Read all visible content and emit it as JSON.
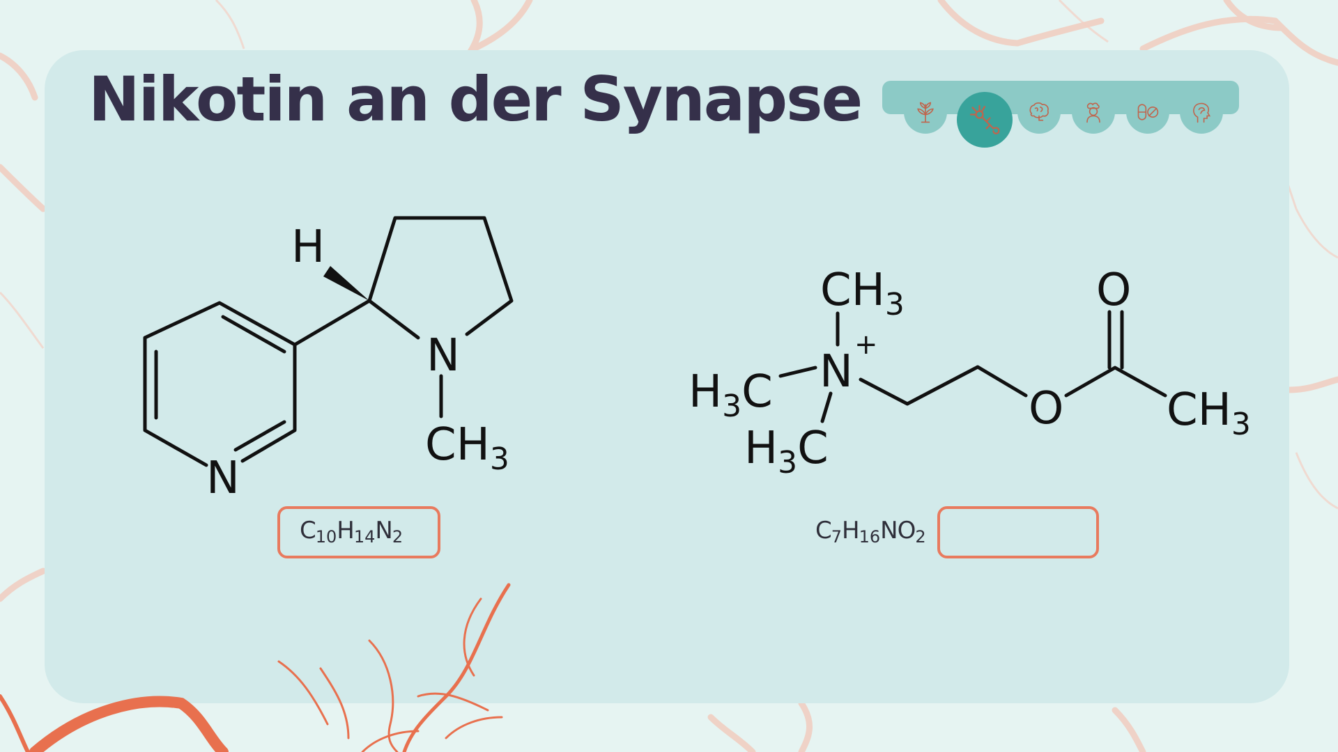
{
  "slide": {
    "title": "Nikotin an der Synapse"
  },
  "nav": {
    "items": [
      {
        "icon": "plant-icon",
        "active": false
      },
      {
        "icon": "neuron-icon",
        "active": true
      },
      {
        "icon": "brain-icon",
        "active": false
      },
      {
        "icon": "person-thinking-icon",
        "active": false
      },
      {
        "icon": "pills-icon",
        "active": false
      },
      {
        "icon": "head-profile-icon",
        "active": false
      }
    ]
  },
  "nicotine": {
    "atoms": {
      "hydrogen": "H",
      "pyridine_n": "N",
      "pyrrolidine_n": "N",
      "methyl": "CH",
      "methyl_sub": "3"
    },
    "formula": {
      "c": "C",
      "c_n": "10",
      "h": "H",
      "h_n": "14",
      "n": "N",
      "n_n": "2"
    }
  },
  "acetylcholine": {
    "atoms": {
      "top_methyl": "CH",
      "top_methyl_sub": "3",
      "left_methyl_h": "H",
      "left_methyl_sub": "3",
      "left_methyl_c": "C",
      "bottom_methyl_h": "H",
      "bottom_methyl_sub": "3",
      "bottom_methyl_c": "C",
      "nitrogen": "N",
      "charge": "+",
      "carbonyl_o": "O",
      "ester_o": "O",
      "acetyl_methyl": "CH",
      "acetyl_methyl_sub": "3"
    },
    "formula": {
      "c": "C",
      "c_n": "7",
      "h": "H",
      "h_n": "16",
      "no": "NO",
      "o_n": "2"
    },
    "answer_value": ""
  },
  "colors": {
    "background": "#e6f4f2",
    "card": "#d2eaea",
    "title": "#35304a",
    "nav": "#8ccac6",
    "nav_active": "#38a39b",
    "icon_stroke": "#c0654d",
    "box_border": "#e87a5e",
    "neuron_decor": "#e8704e"
  }
}
